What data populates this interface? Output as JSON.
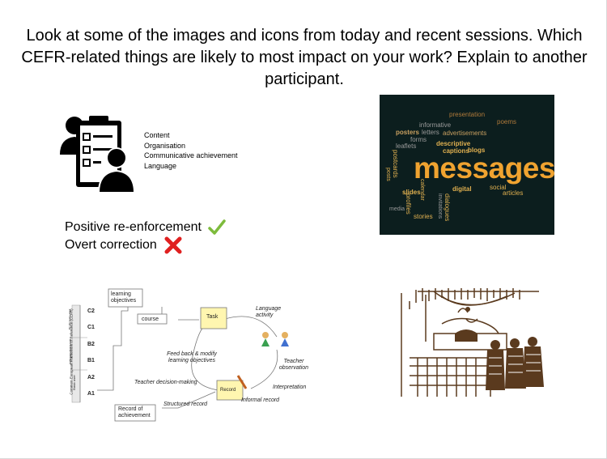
{
  "slide": {
    "title": "Look at some of the images and icons from today and recent sessions. Which CEFR-related things are likely to most impact on your work? Explain to another participant."
  },
  "criteria": {
    "items": [
      "Content",
      "Organisation",
      "Communicative achievement",
      "Language"
    ]
  },
  "feedback": {
    "positive": "Positive re-enforcement",
    "overt": "Overt correction",
    "positive_mark": "check-icon",
    "overt_mark": "cross-icon"
  },
  "wordcloud": {
    "main": "messages",
    "words": [
      "presentation",
      "poems",
      "informative",
      "posters",
      "letters",
      "advertisements",
      "forms",
      "leaflets",
      "descriptive",
      "captions",
      "blogs",
      "postcards",
      "media",
      "posts",
      "calendar",
      "slides",
      "digital",
      "dialogues",
      "invitations",
      "social",
      "articles",
      "profiles",
      "stories"
    ]
  },
  "diagram": {
    "axis_title": "Common European Framework of Reference (CEFR)",
    "user_bands": [
      "Proficient user",
      "Independent user",
      "Basic user"
    ],
    "levels": [
      "C2",
      "C1",
      "B2",
      "B1",
      "A2",
      "A1"
    ],
    "learning_objectives": "learning objectives",
    "course": "course",
    "task": "Task",
    "language_activity": "Language activity",
    "teacher_observation": "Teacher observation",
    "interpretation": "Interpretation",
    "informal_record": "Informal record",
    "record": "Record",
    "feedback_modify": "Feed back & modify learning objectives",
    "teacher_decision": "Teacher decision-making",
    "structured_record": "Structured record",
    "record_achievement": "Record of achievement"
  },
  "colors": {
    "check": "#7dbb3c",
    "cross": "#e02020",
    "cloud_bg": "#0c1e1e",
    "accent": "#f0a330"
  }
}
